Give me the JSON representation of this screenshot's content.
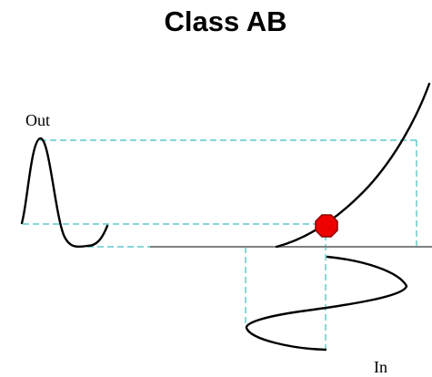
{
  "title": "Class AB",
  "labels": {
    "output": "Out",
    "input": "In"
  },
  "colors": {
    "curve": "#000000",
    "axis": "#808080",
    "guide": "#3fbfbf",
    "operating_point_fill": "#ee0000",
    "operating_point_stroke": "#8b0000"
  },
  "elements": {
    "operating_point": "red-octagon-marker"
  }
}
